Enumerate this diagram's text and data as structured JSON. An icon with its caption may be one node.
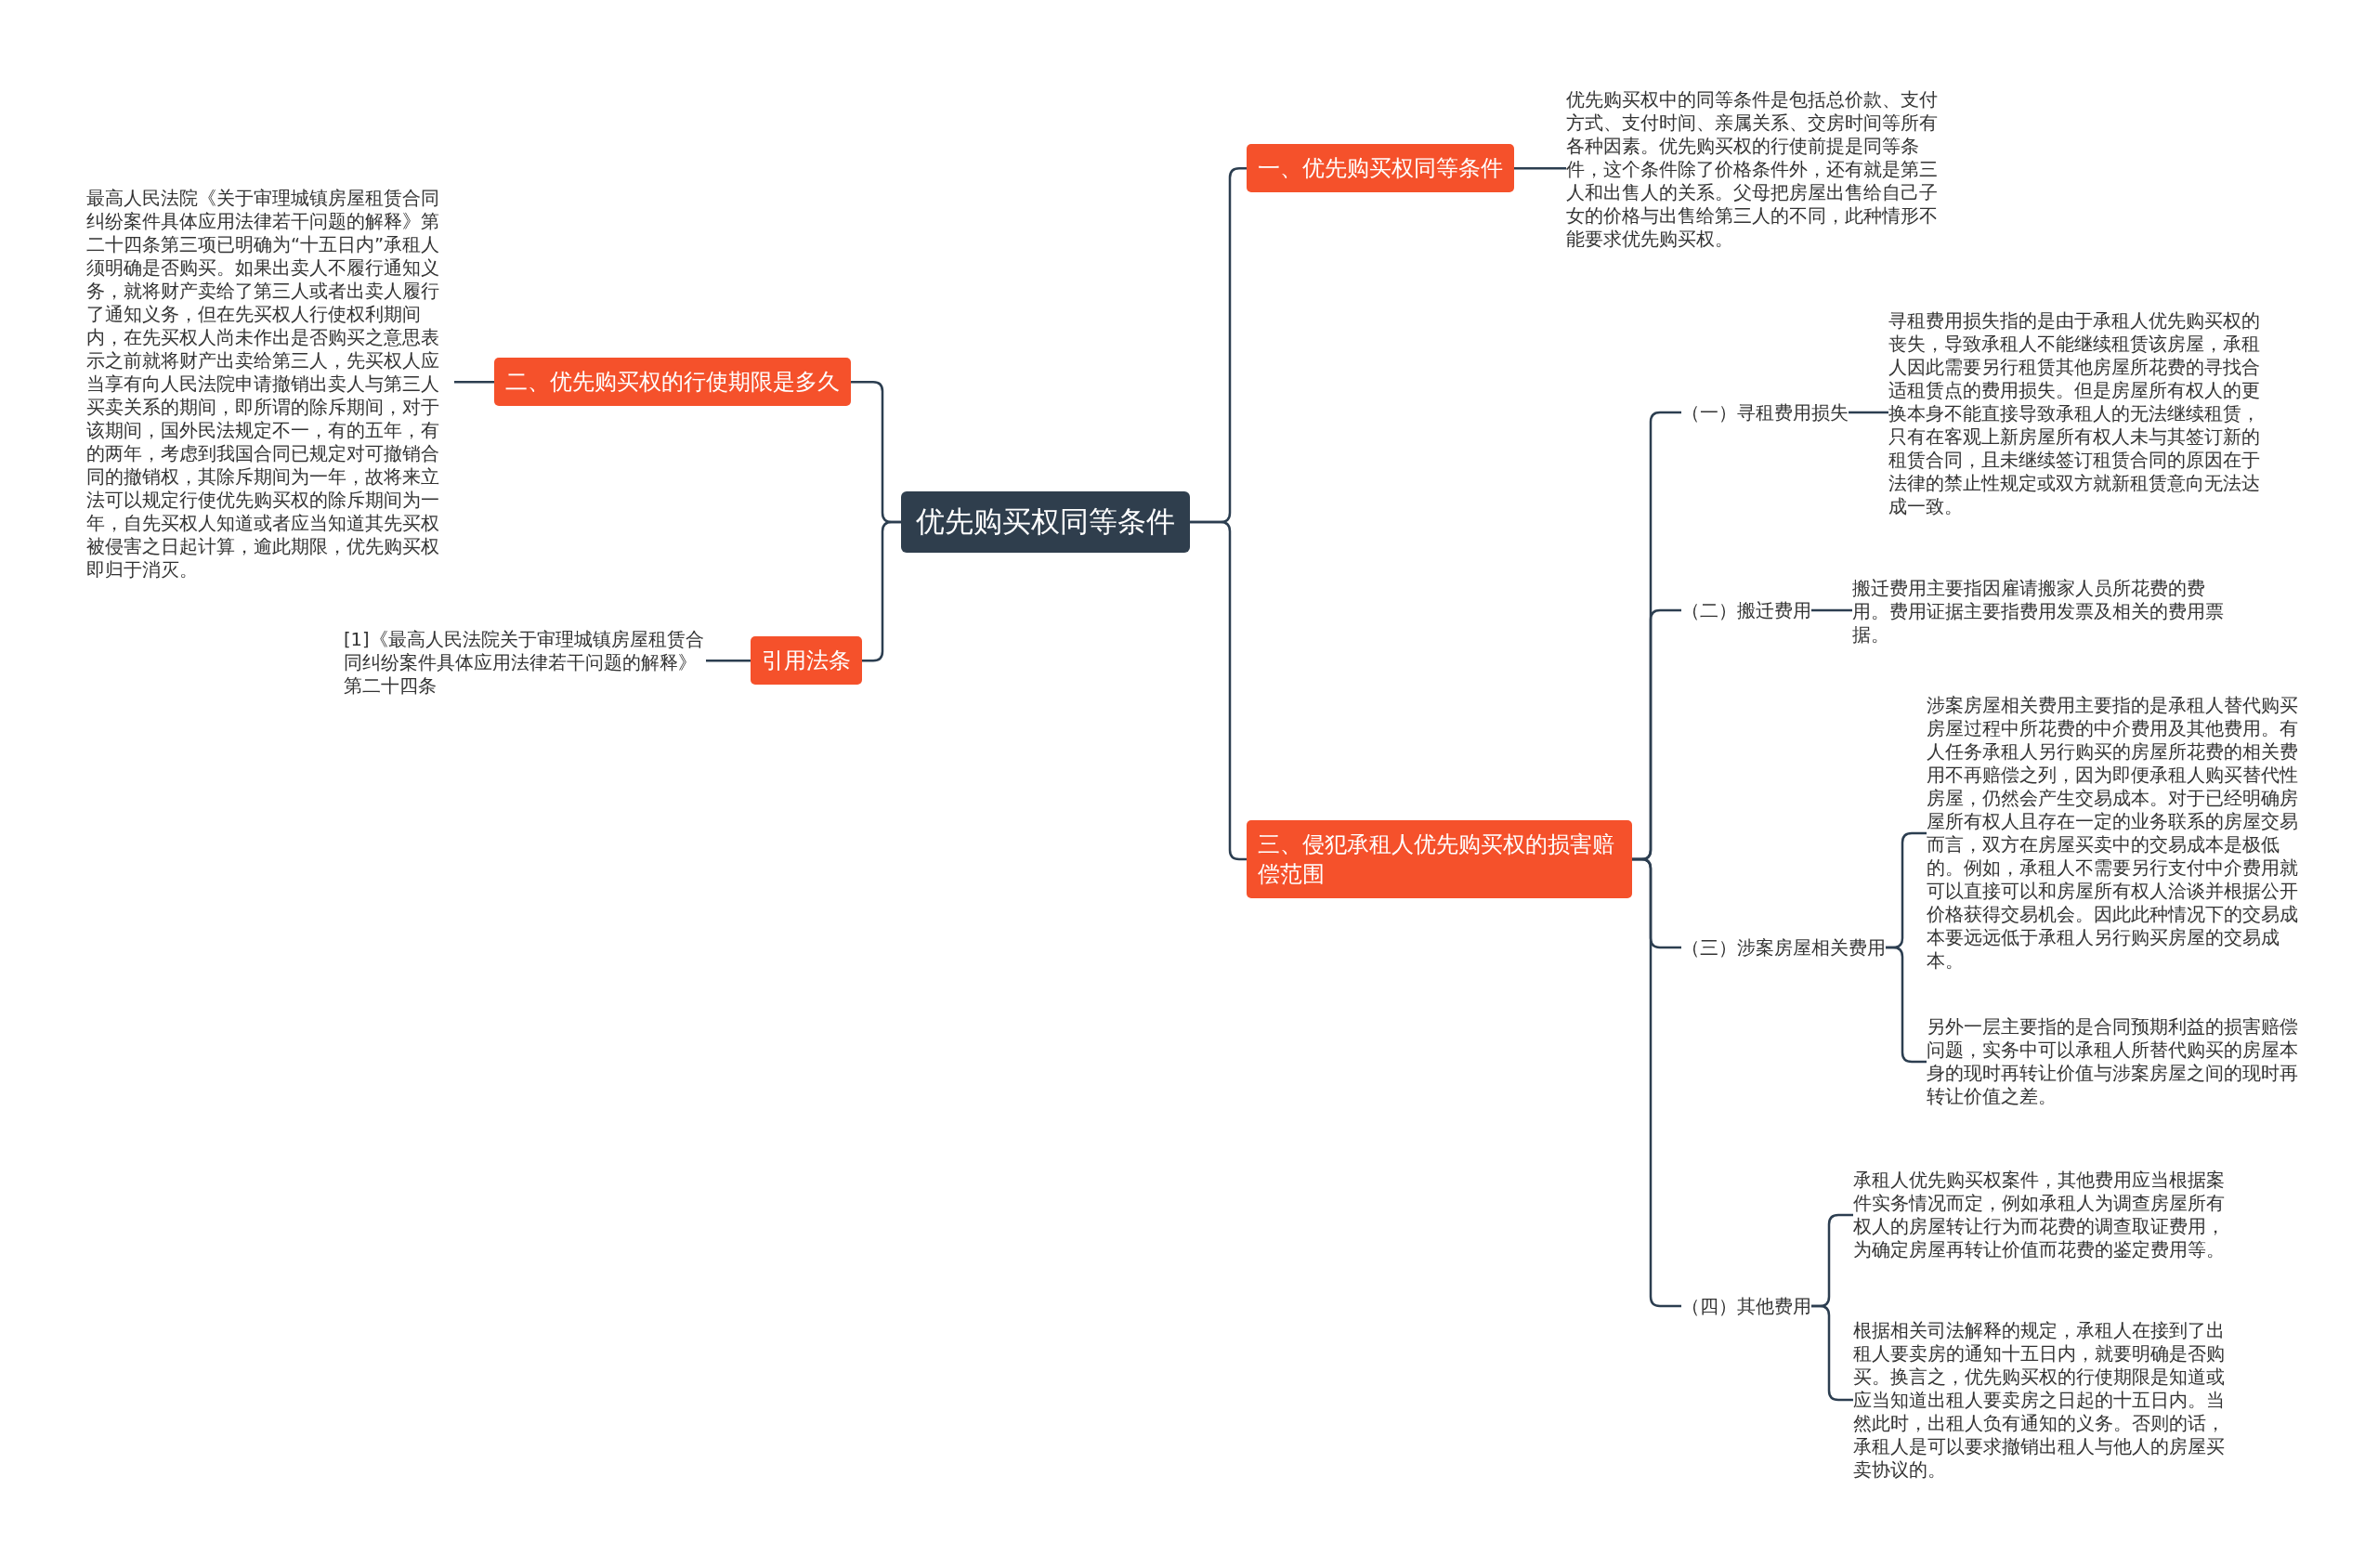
{
  "diagram": {
    "nodes": [
      {
        "text": [
          "优先购买权同等条件"
        ]
      },
      {
        "text": [
          "一、优先购买权同等条件"
        ]
      },
      {
        "text": [
          "优先购买权中的同等条件是包括总价款、支付方式、支付时间、亲属关系、交房时间等所有各种因素。优先购买权的行使前提是同等条件，这个条件除了价格条件外，还有就是第三人和出售人的关系。父母把房屋出售给自己子女的价格与出售给第三人的不同，此种情形不能要求优先购买权。"
        ]
      },
      {
        "text": [
          "二、优先购买权的行使期限是多久"
        ]
      },
      {
        "text": [
          "最高人民法院《关于审理城镇房屋租赁合同纠纷案件具体应用法律若干问题的解释》第二十四条第三项已明确为“十五日内”承租人须明确是否购买。如果出卖人不履行通知义务，就将财产卖给了第三人或者出卖人履行了通知义务，但在先买权人行使权利期间内，在先买权人尚未作出是否购买之意思表示之前就将财产出卖给第三人，先买权人应当享有向人民法院申请撤销出卖人与第三人买卖关系的期间，即所谓的除斥期间，对于该期间，国外民法规定不一，有的五年，有的两年，考虑到我国合同已规定对可撤销合同的撤销权，其除斥期间为一年，故将来立法可以规定行使优先购买权的除斥期间为一年，自先买权人知道或者应当知道其先买权被侵害之日起计算，逾此期限，优先购买权即归于消灭。"
        ]
      },
      {
        "text": [
          "引用法条"
        ]
      },
      {
        "text": [
          "[1]《最高人民法院关于审理城镇房屋租赁合同纠纷案件具体应用法律若干问题的解释》第二十四条"
        ]
      },
      {
        "text": [
          "三、侵犯承租人优先购买权的损害赔偿范围"
        ]
      },
      {
        "text": [
          "（一）寻租费用损失"
        ]
      },
      {
        "text": [
          "寻租费用损失指的是由于承租人优先购买权的丧失，导致承租人不能继续租赁该房屋，承租人因此需要另行租赁其他房屋所花费的寻找合适租赁点的费用损失。但是房屋所有权人的更换本身不能直接导致承租人的无法继续租赁，只有在客观上新房屋所有权人未与其签订新的租赁合同，且未继续签订租赁合同的原因在于法律的禁止性规定或双方就新租赁意向无法达成一致。"
        ]
      },
      {
        "text": [
          "（二）搬迁费用"
        ]
      },
      {
        "text": [
          "搬迁费用主要指因雇请搬家人员所花费的费用。费用证据主要指费用发票及相关的费用票据。"
        ]
      },
      {
        "text": [
          "（三）涉案房屋相关费用"
        ]
      },
      {
        "text": [
          "涉案房屋相关费用主要指的是承租人替代购买房屋过程中所花费的中介费用及其他费用。有人任务承租人另行购买的房屋所花费的相关费用不再赔偿之列，因为即便承租人购买替代性房屋，仍然会产生交易成本。对于已经明确房屋所有权人且存在一定的业务联系的房屋交易而言，双方在房屋买卖中的交易成本是极低的。例如，承租人不需要另行支付中介费用就可以直接可以和房屋所有权人洽谈并根据公开价格获得交易机会。因此此种情况下的交易成本要远远低于承租人另行购买房屋的交易成本。"
        ]
      },
      {
        "text": [
          "另外一层主要指的是合同预期利益的损害赔偿问题，实务中可以承租人所替代购买的房屋本身的现时再转让价值与涉案房屋之间的现时再转让价值之差。"
        ]
      },
      {
        "text": [
          "（四）其他费用"
        ]
      },
      {
        "text": [
          "承租人优先购买权案件，其他费用应当根据案件实务情况而定，例如承租人为调查房屋所有权人的房屋转让行为而花费的调查取证费用，为确定房屋再转让价值而花费的鉴定费用等。"
        ]
      },
      {
        "text": [
          "根据相关司法解释的规定，承租人在接到了出租人要卖房的通知十五日内，就要明确是否购买。换言之，优先购买权的行使期限是知道或应当知道出租人要卖房之日起的十五日内。当然此时，出租人负有通知的义务。否则的话，承租人是可以要求撤销出租人与他人的房屋买卖协议的。"
        ]
      }
    ],
    "edges": [
      {
        "from": 0,
        "to": 1,
        "arrow": "none"
      },
      {
        "from": 1,
        "to": 2,
        "arrow": "none"
      },
      {
        "from": 0,
        "to": 3,
        "arrow": "none"
      },
      {
        "from": 3,
        "to": 4,
        "arrow": "none"
      },
      {
        "from": 0,
        "to": 5,
        "arrow": "none"
      },
      {
        "from": 5,
        "to": 6,
        "arrow": "none"
      },
      {
        "from": 0,
        "to": 7,
        "arrow": "none"
      },
      {
        "from": 7,
        "to": 8,
        "arrow": "none"
      },
      {
        "from": 8,
        "to": 9,
        "arrow": "none"
      },
      {
        "from": 7,
        "to": 10,
        "arrow": "none"
      },
      {
        "from": 10,
        "to": 11,
        "arrow": "none"
      },
      {
        "from": 7,
        "to": 12,
        "arrow": "none"
      },
      {
        "from": 12,
        "to": 13,
        "arrow": "none"
      },
      {
        "from": 12,
        "to": 14,
        "arrow": "none"
      },
      {
        "from": 7,
        "to": 15,
        "arrow": "none"
      },
      {
        "from": 15,
        "to": 16,
        "arrow": "none"
      },
      {
        "from": 15,
        "to": 17,
        "arrow": "none"
      }
    ]
  }
}
